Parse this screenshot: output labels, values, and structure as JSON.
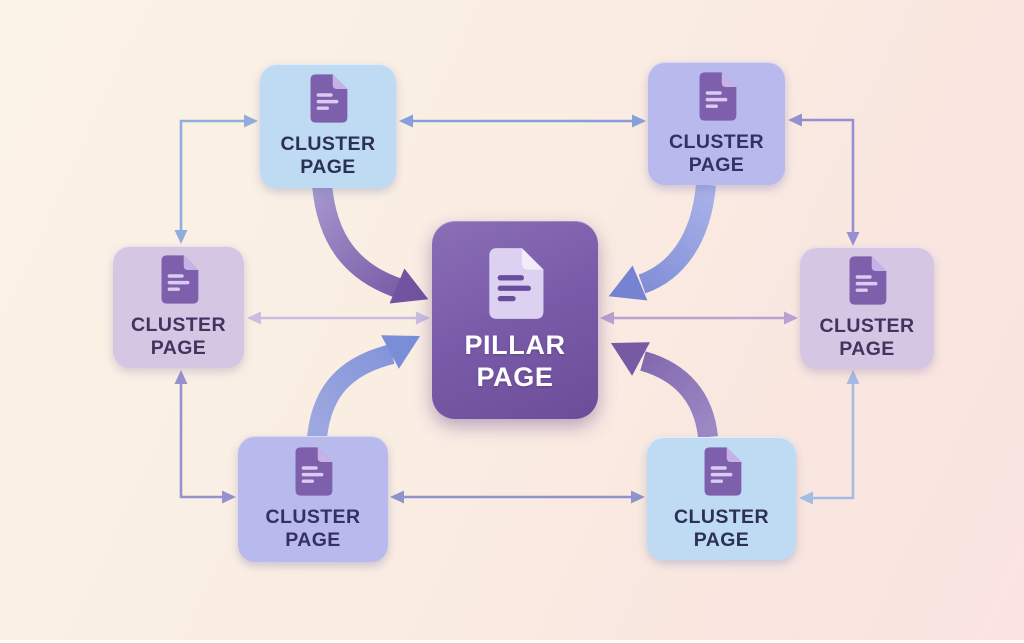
{
  "diagram": {
    "title": "Pillar page and cluster pages topic diagram",
    "nodes": {
      "pillar": {
        "label": "PILLAR PAGE",
        "position": "center",
        "color": "#7B5DA8",
        "icon": "document-icon"
      },
      "top_left": {
        "label": "CLUSTER PAGE",
        "position": "top-left",
        "color": "#BFDBF4",
        "icon": "document-icon"
      },
      "top_right": {
        "label": "CLUSTER PAGE",
        "position": "top-right",
        "color": "#B8BAED",
        "icon": "document-icon"
      },
      "middle_left": {
        "label": "CLUSTER PAGE",
        "position": "middle-left",
        "color": "#D5C6E3",
        "icon": "document-icon"
      },
      "middle_right": {
        "label": "CLUSTER PAGE",
        "position": "middle-right",
        "color": "#D3C4E1",
        "icon": "document-icon"
      },
      "bottom_left": {
        "label": "CLUSTER PAGE",
        "position": "bottom-left",
        "color": "#B7BBEE",
        "icon": "document-icon"
      },
      "bottom_right": {
        "label": "CLUSTER PAGE",
        "position": "bottom-right",
        "color": "#BEDCF4",
        "icon": "document-icon"
      }
    },
    "connections": [
      {
        "from": "top_left",
        "to": "pillar",
        "type": "thick-curved-arrow",
        "color": "#7253A0"
      },
      {
        "from": "top_right",
        "to": "pillar",
        "type": "thick-curved-arrow",
        "color": "#7583D2"
      },
      {
        "from": "bottom_left",
        "to": "pillar",
        "type": "thick-curved-arrow",
        "color": "#7A8ED8"
      },
      {
        "from": "bottom_right",
        "to": "pillar",
        "type": "thick-curved-arrow",
        "color": "#765AA4"
      },
      {
        "from": "top_left",
        "to": "top_right",
        "type": "double-headed-line",
        "color": "#87A0DB"
      },
      {
        "from": "middle_left",
        "to": "pillar",
        "type": "double-headed-line",
        "color": "#C9BEE2"
      },
      {
        "from": "pillar",
        "to": "middle_right",
        "type": "double-headed-line",
        "color": "#B9A2D3"
      },
      {
        "from": "bottom_left",
        "to": "bottom_right",
        "type": "double-headed-line",
        "color": "#9094CC"
      },
      {
        "from": "top_left",
        "to": "middle_left",
        "type": "elbow-double-arrow",
        "color": "#8FAEDC"
      },
      {
        "from": "middle_left",
        "to": "bottom_left",
        "type": "elbow-double-arrow",
        "color": "#9792CE"
      },
      {
        "from": "top_right",
        "to": "middle_right",
        "type": "elbow-double-arrow",
        "color": "#9690D0"
      },
      {
        "from": "middle_right",
        "to": "bottom_right",
        "type": "elbow-double-arrow",
        "color": "#A3BCE5"
      }
    ],
    "palette": {
      "background_start": "#FBF2E6",
      "background_end": "#FBE3E1",
      "pillar_fill": "#7B5DA8",
      "cluster_blue": "#BFDBF4",
      "cluster_periwinkle": "#B8BAED",
      "cluster_lilac": "#D5C6E3",
      "icon_purple": "#7D5FAC",
      "label_dark": "#35305F",
      "label_light": "#FFFFFF"
    }
  }
}
